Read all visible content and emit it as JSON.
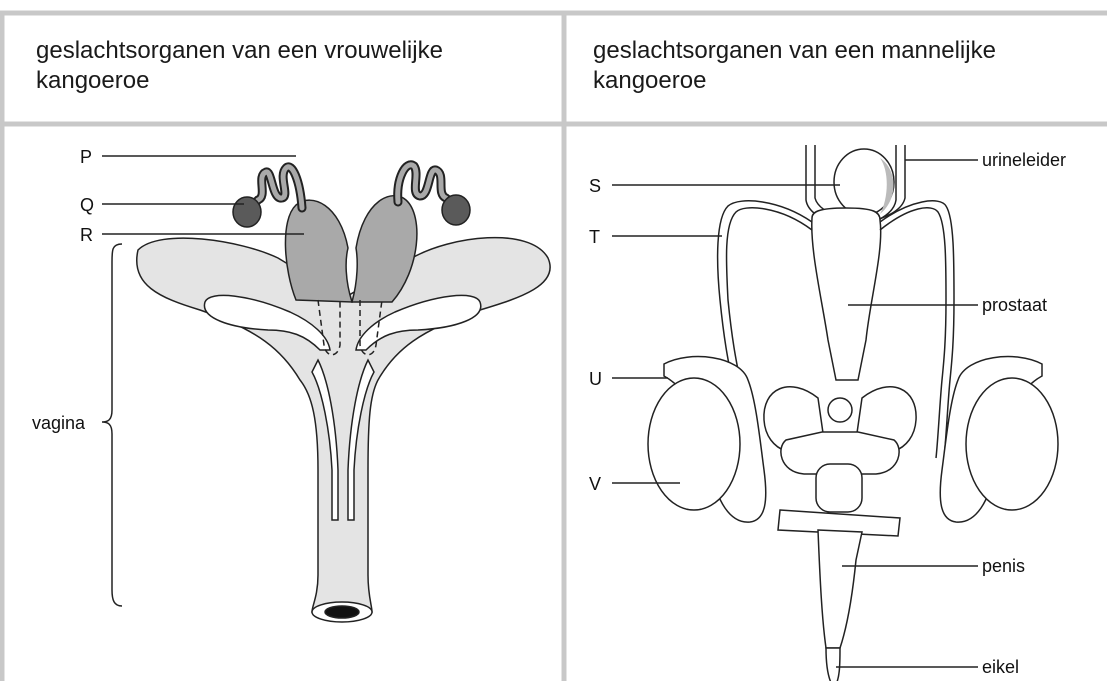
{
  "female": {
    "header": "geslachtsorganen van een vrouwelijke kangoeroe",
    "labels": {
      "P": "P",
      "Q": "Q",
      "R": "R",
      "vagina": "vagina"
    }
  },
  "male": {
    "header": "geslachtsorganen van een mannelijke kangoeroe",
    "labels": {
      "S": "S",
      "T": "T",
      "U": "U",
      "V": "V",
      "urineleider": "urineleider",
      "prostaat": "prostaat",
      "penis": "penis",
      "eikel": "eikel"
    }
  },
  "colors": {
    "border": "#c8c8c8",
    "light_fill": "#e4e4e4",
    "mid_fill": "#a9a9a9",
    "dark_fill": "#5a5a5a"
  }
}
